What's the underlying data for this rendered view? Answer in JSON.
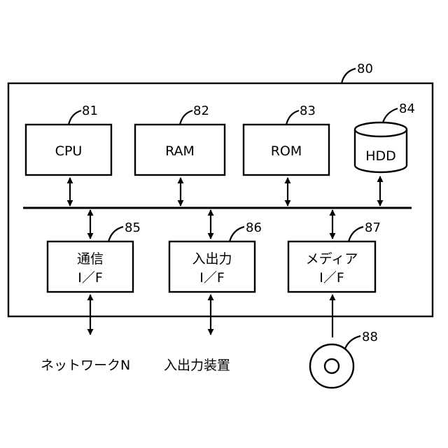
{
  "frame": {
    "ref": "80"
  },
  "components": {
    "cpu": {
      "label": "CPU",
      "ref": "81"
    },
    "ram": {
      "label": "RAM",
      "ref": "82"
    },
    "rom": {
      "label": "ROM",
      "ref": "83"
    },
    "hdd": {
      "label": "HDD",
      "ref": "84"
    },
    "comm_if": {
      "label_line1": "通信",
      "label_line2": "I／F",
      "ref": "85"
    },
    "io_if": {
      "label_line1": "入出力",
      "label_line2": "I／F",
      "ref": "86"
    },
    "media_if": {
      "label_line1": "メディア",
      "label_line2": "I／F",
      "ref": "87"
    }
  },
  "external": {
    "network": {
      "label": "ネットワークN"
    },
    "io_device": {
      "label": "入出力装置"
    },
    "media": {
      "ref": "88"
    }
  }
}
